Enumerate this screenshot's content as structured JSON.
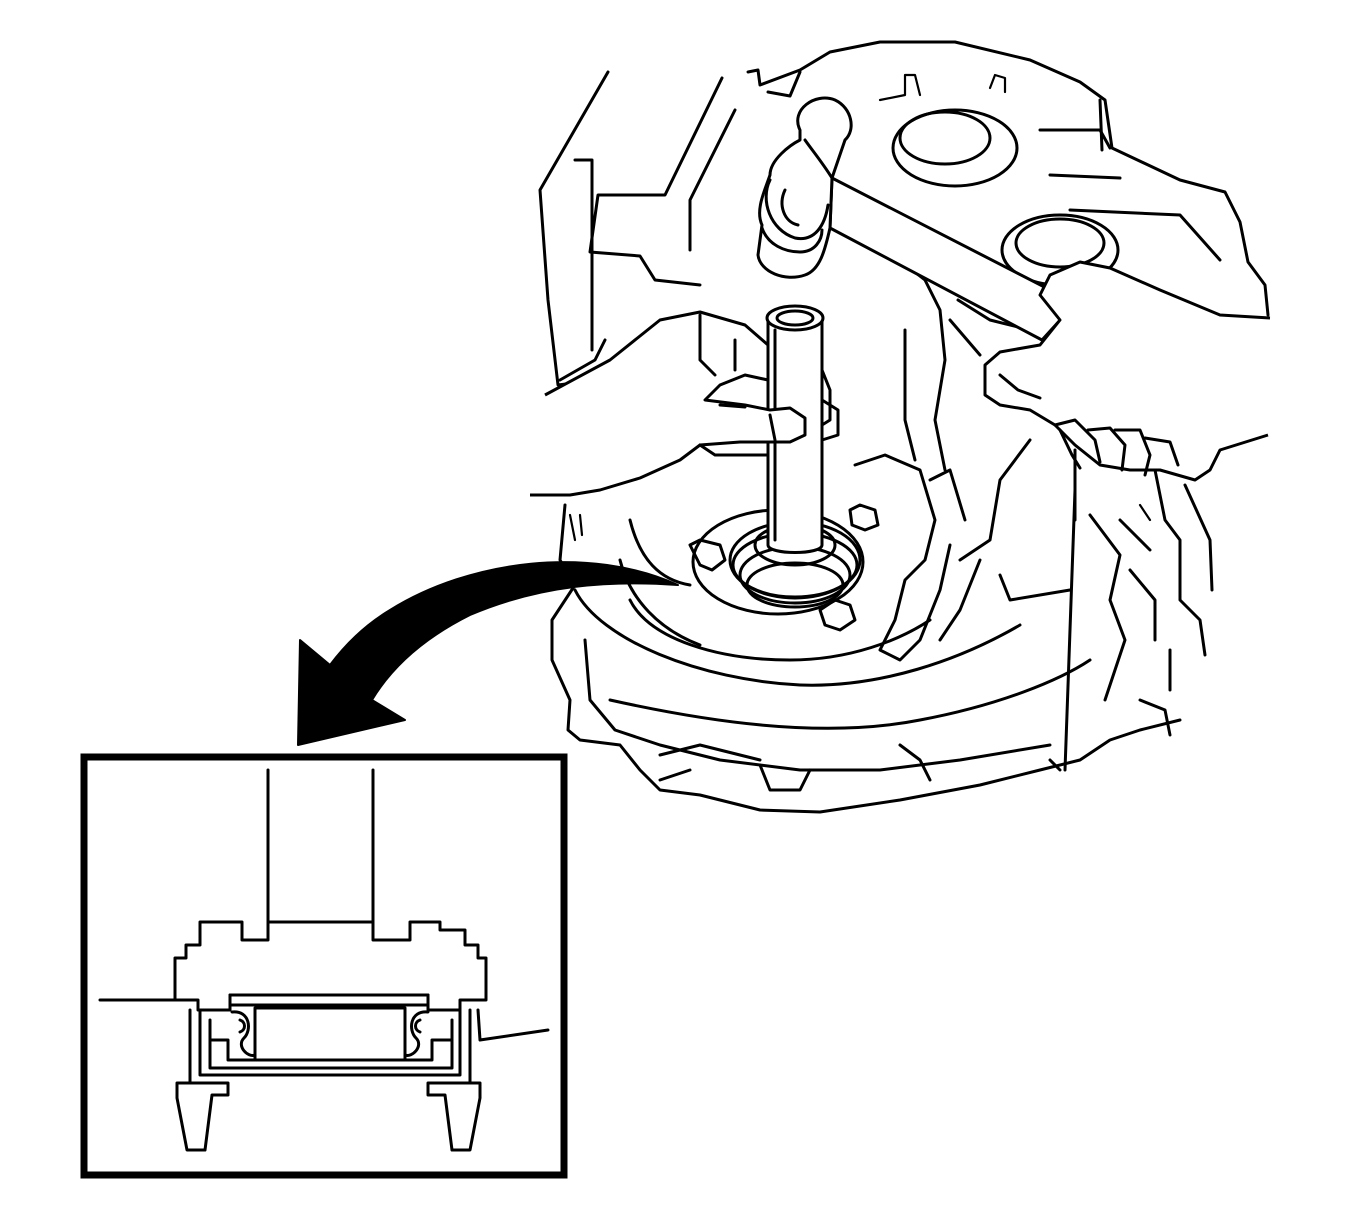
{
  "figure": {
    "type": "service-illustration",
    "palette": {
      "ink": "#000000",
      "paper": "#ffffff"
    },
    "parts": [
      "transaxle-case",
      "hammer",
      "seal-installer-tool",
      "oil-seal",
      "callout-arrow",
      "detail-inset"
    ]
  }
}
